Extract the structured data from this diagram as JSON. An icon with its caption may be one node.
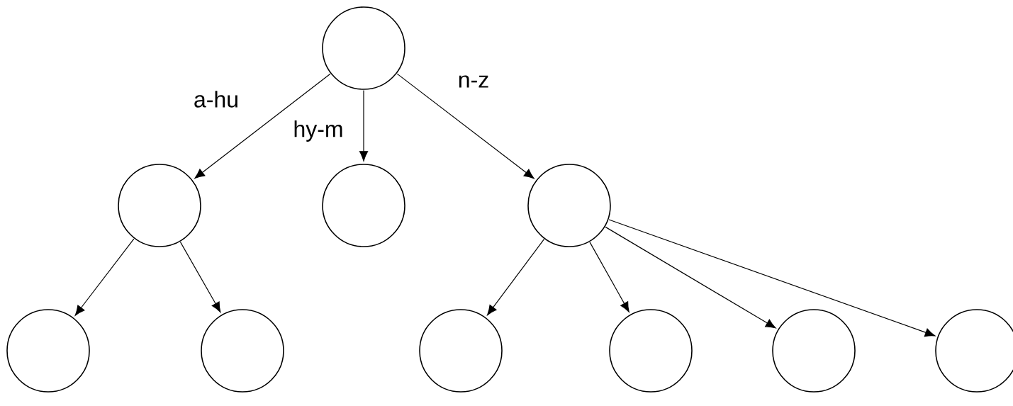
{
  "diagram": {
    "nodes": [
      {
        "text": [],
        "shape": "circle"
      },
      {
        "text": [],
        "shape": "circle"
      },
      {
        "text": [],
        "shape": "circle"
      },
      {
        "text": [],
        "shape": "circle"
      },
      {
        "text": [],
        "shape": "circle"
      },
      {
        "text": [],
        "shape": "circle"
      },
      {
        "text": [],
        "shape": "circle"
      },
      {
        "text": [],
        "shape": "circle"
      },
      {
        "text": [],
        "shape": "circle"
      },
      {
        "text": [],
        "shape": "circle"
      }
    ],
    "edges": [
      {
        "from": 0,
        "to": 1,
        "arrow": "to",
        "label": "a-hu"
      },
      {
        "from": 0,
        "to": 2,
        "arrow": "to",
        "label": "hy-m"
      },
      {
        "from": 0,
        "to": 3,
        "arrow": "to",
        "label": "n-z"
      },
      {
        "from": 1,
        "to": 4,
        "arrow": "to"
      },
      {
        "from": 1,
        "to": 5,
        "arrow": "to"
      },
      {
        "from": 3,
        "to": 6,
        "arrow": "to"
      },
      {
        "from": 3,
        "to": 7,
        "arrow": "to"
      },
      {
        "from": 3,
        "to": 8,
        "arrow": "to"
      },
      {
        "from": 3,
        "to": 9,
        "arrow": "to"
      }
    ]
  }
}
